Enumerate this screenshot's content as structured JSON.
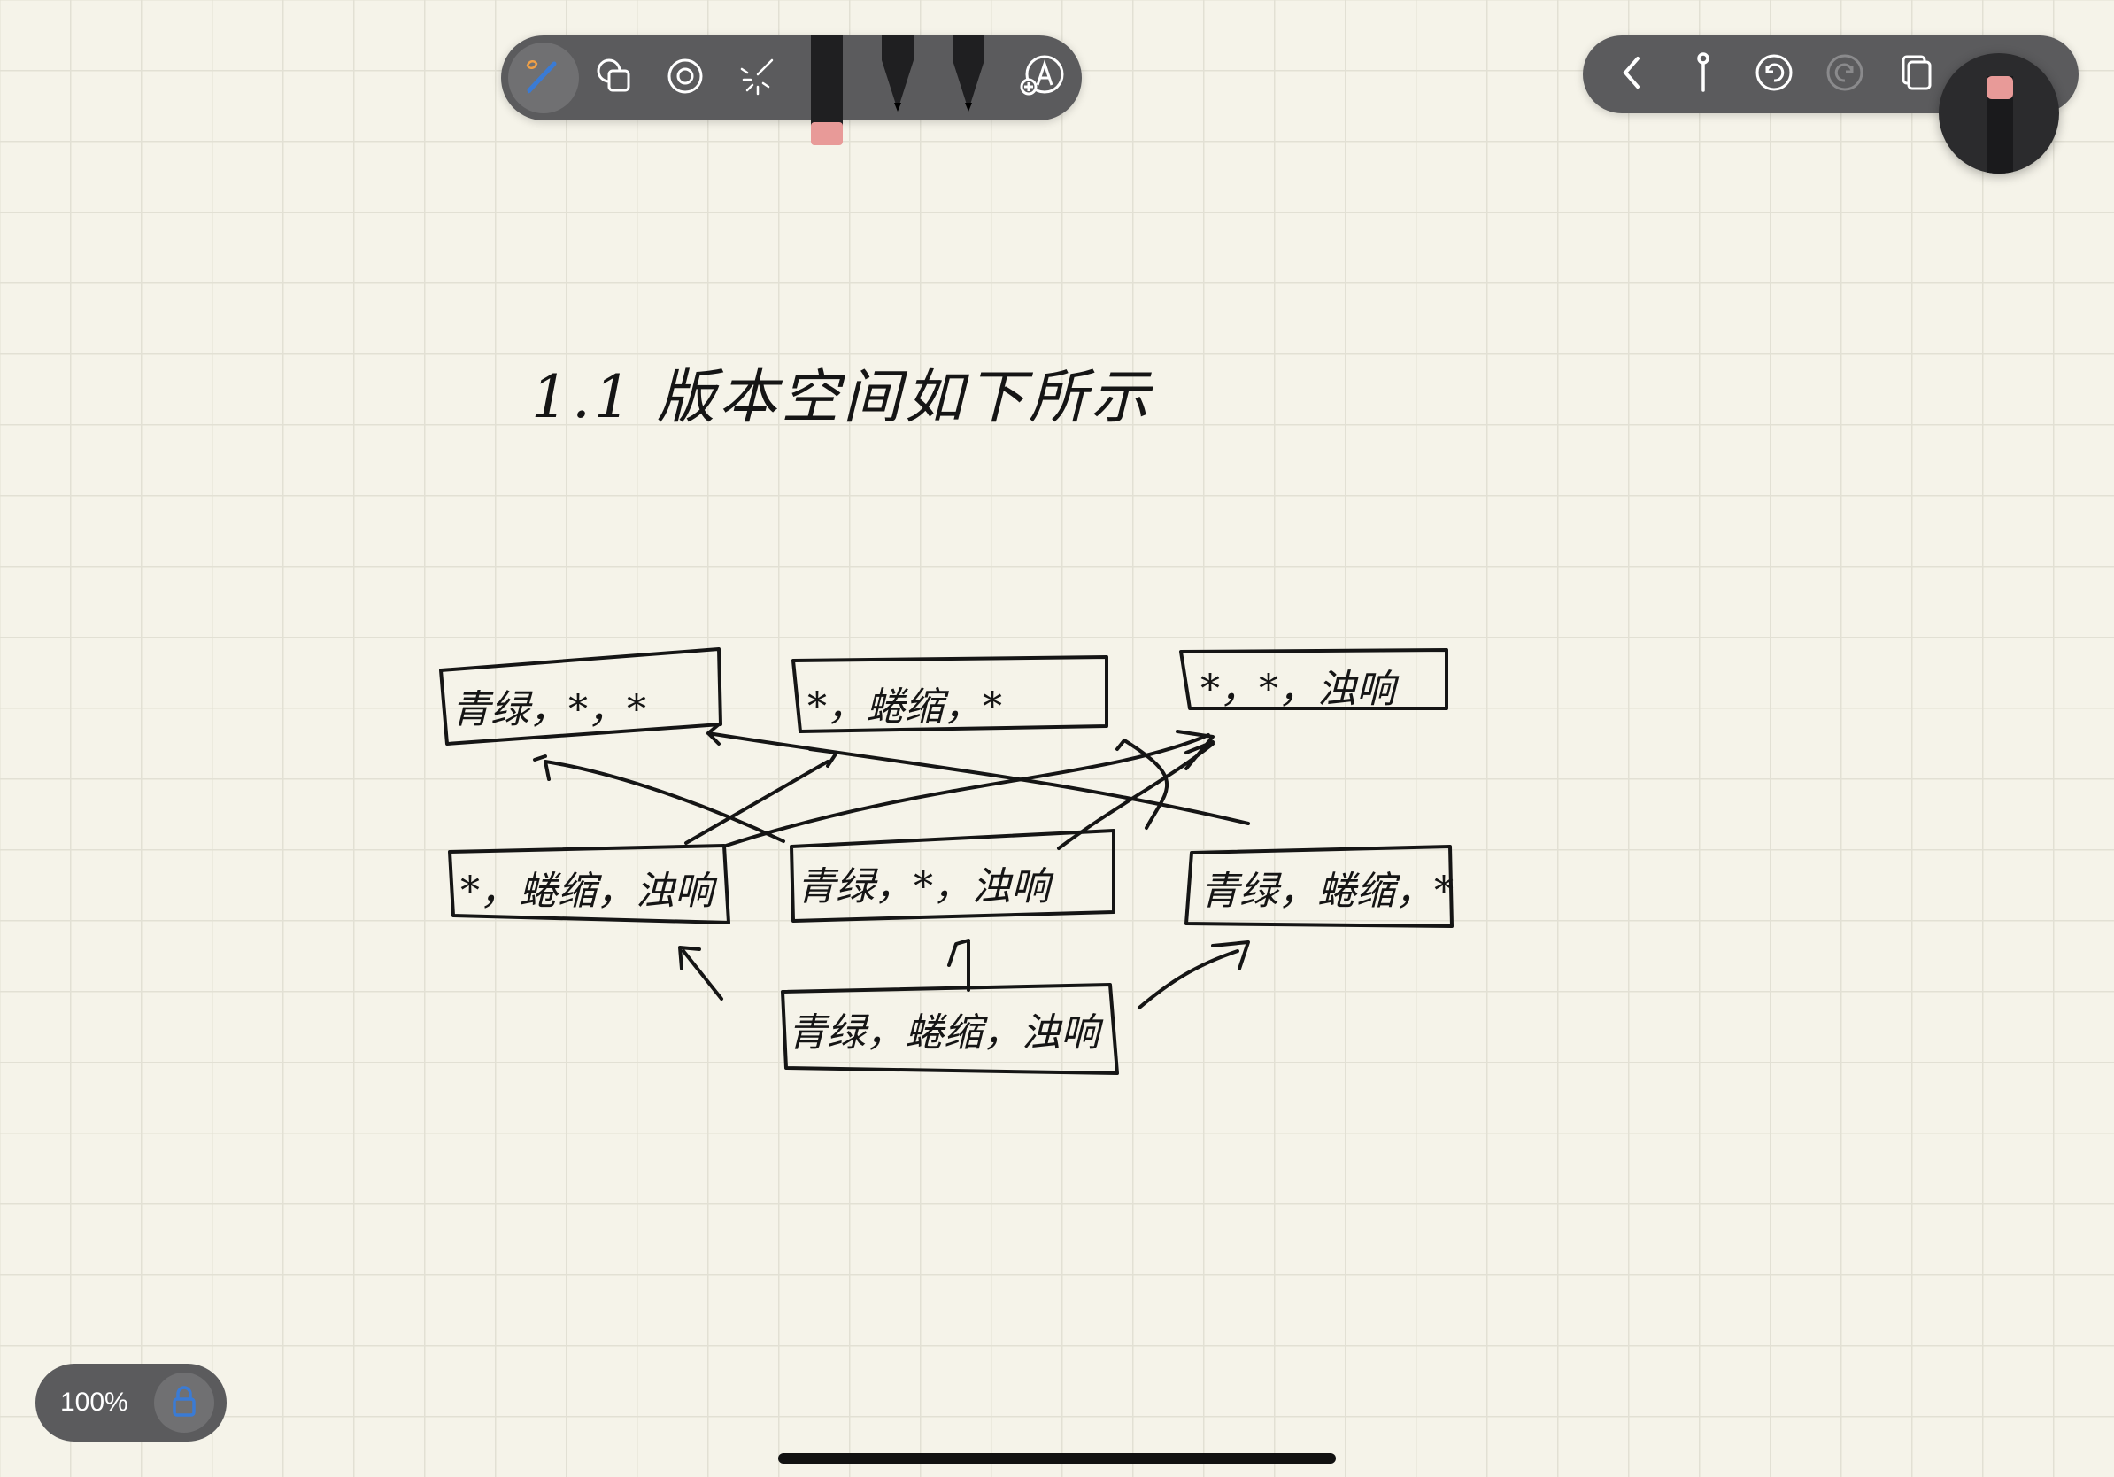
{
  "toolbar": {
    "tools": [
      {
        "name": "pen",
        "icon": "pen-icon",
        "active": true
      },
      {
        "name": "shapes",
        "icon": "shapes-icon"
      },
      {
        "name": "lasso",
        "icon": "lasso-icon"
      },
      {
        "name": "laser",
        "icon": "laser-pointer-icon"
      },
      {
        "name": "eraser",
        "icon": "eraser-icon"
      },
      {
        "name": "pen-black-1",
        "icon": "pen-tip-icon"
      },
      {
        "name": "pen-black-2",
        "icon": "pen-tip-icon"
      },
      {
        "name": "add-tool",
        "icon": "add-pen-icon"
      }
    ],
    "accent": "#3a7bd5"
  },
  "nav": {
    "buttons": [
      "back-icon",
      "pin-icon",
      "undo-icon",
      "redo-icon",
      "pages-icon"
    ]
  },
  "canvas": {
    "heading": "1.1  版本空间如下所示",
    "boxes": [
      {
        "id": "top-1",
        "text": "青绿，*，*"
      },
      {
        "id": "top-2",
        "text": "*，蜷缩，*"
      },
      {
        "id": "top-3",
        "text": "*，*，浊响"
      },
      {
        "id": "mid-1",
        "text": "*，蜷缩，浊响"
      },
      {
        "id": "mid-2",
        "text": "青绿，*，浊响"
      },
      {
        "id": "mid-3",
        "text": "青绿，蜷缩，*"
      },
      {
        "id": "bottom",
        "text": "青绿，蜷缩，浊响"
      }
    ]
  },
  "zoom": {
    "label": "100%"
  },
  "colors": {
    "ink": "#151515",
    "toolbar": "#5b5b5d",
    "paper": "#f5f3e9",
    "lock": "#3a7bd5"
  }
}
